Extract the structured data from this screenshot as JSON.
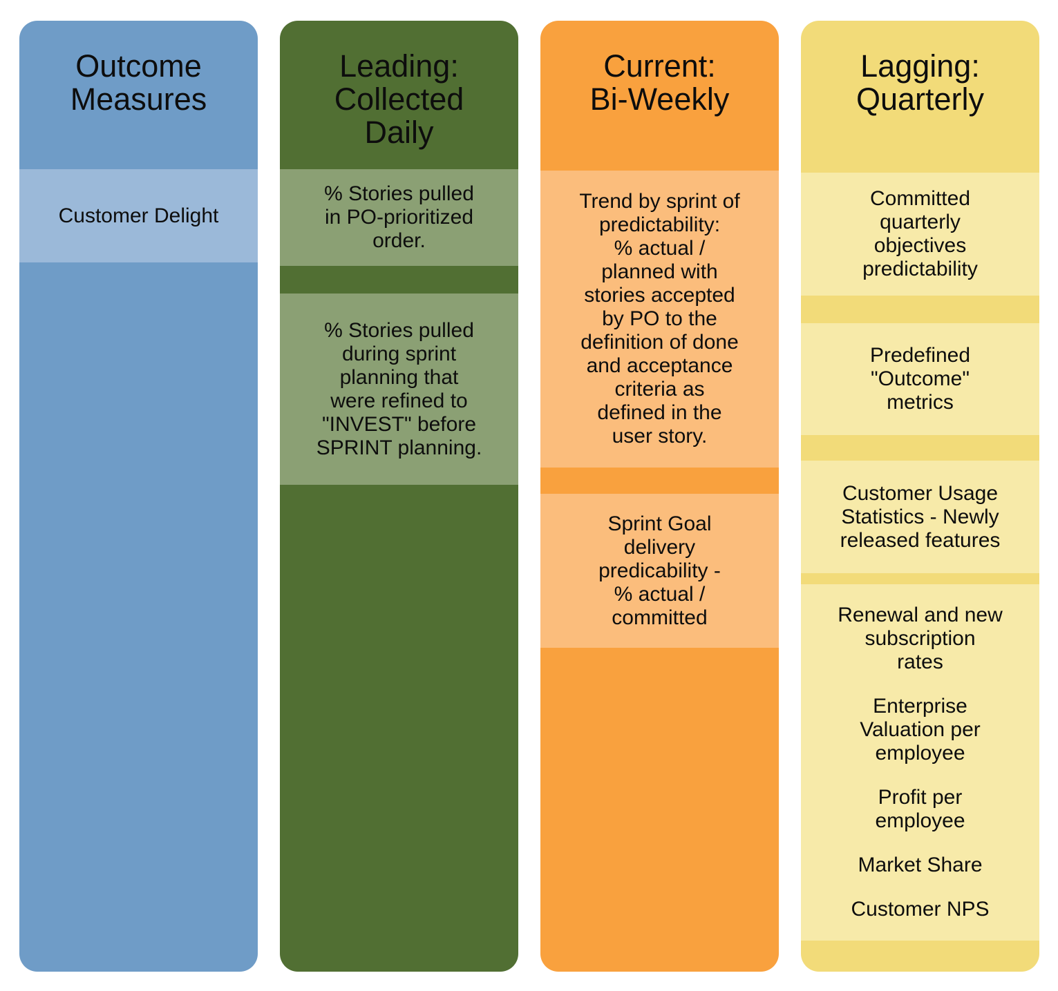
{
  "columns": [
    {
      "header": "Outcome\nMeasures",
      "colors": {
        "base": "#6F9CC7",
        "light": "#9BB9D9"
      },
      "boxes": [
        {
          "text": "Customer Delight"
        }
      ]
    },
    {
      "header": "Leading:\nCollected\nDaily",
      "colors": {
        "base": "#516F33",
        "light": "#8BA074"
      },
      "boxes": [
        {
          "text": "% Stories pulled\nin PO-prioritized\norder."
        },
        {
          "text": "% Stories pulled\nduring sprint\nplanning that\nwere refined to\n\"INVEST\" before\nSPRINT planning."
        }
      ]
    },
    {
      "header": "Current:\nBi-Weekly",
      "colors": {
        "base": "#F9A13E",
        "light": "#FBBD7C"
      },
      "boxes": [
        {
          "text": "Trend by sprint of\npredictability:\n% actual /\nplanned with\nstories accepted\nby PO to the\ndefinition of done\nand acceptance\ncriteria as\ndefined in the\nuser story."
        },
        {
          "text": "Sprint Goal\ndelivery\npredicability -\n% actual /\ncommitted"
        }
      ]
    },
    {
      "header": "Lagging:\nQuarterly",
      "colors": {
        "base": "#F2DB79",
        "light": "#F7EAA9"
      },
      "boxes": [
        {
          "text": "Committed\nquarterly\nobjectives\npredictability"
        },
        {
          "text": "Predefined\n\"Outcome\"\nmetrics"
        },
        {
          "text": "Customer Usage\nStatistics - Newly\nreleased features"
        },
        {
          "items": [
            "Renewal and new\nsubscription\nrates",
            "Enterprise\nValuation per\nemployee",
            "Profit per\nemployee",
            "Market Share",
            "Customer NPS"
          ]
        }
      ]
    }
  ]
}
